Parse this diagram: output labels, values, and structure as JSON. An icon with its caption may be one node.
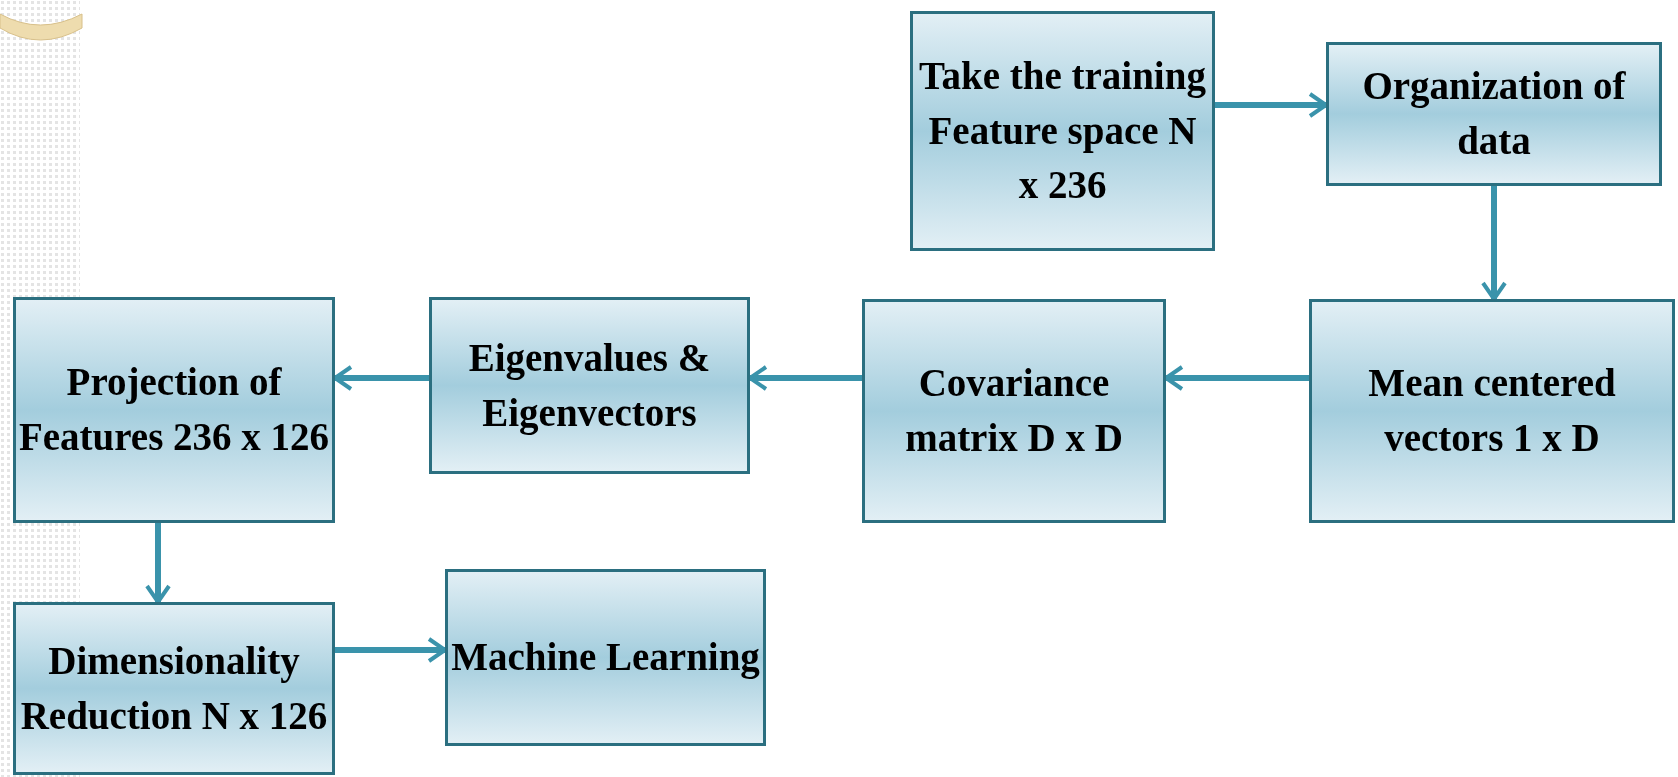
{
  "diagram": {
    "nodes": [
      {
        "text": [
          "Take the training Feature space N x 236"
        ]
      },
      {
        "text": [
          "Organization of data"
        ]
      },
      {
        "text": [
          "Mean centered vectors 1 x D"
        ]
      },
      {
        "text": [
          "Covariance matrix D x D"
        ]
      },
      {
        "text": [
          "Eigenvalues & Eigenvectors"
        ]
      },
      {
        "text": [
          "Projection of Features 236 x 126"
        ]
      },
      {
        "text": [
          "Dimensionality Reduction N x 126"
        ]
      },
      {
        "text": [
          "Machine Learning"
        ]
      }
    ],
    "edges": [
      {
        "from": 0,
        "to": 1,
        "arrow": "to"
      },
      {
        "from": 1,
        "to": 2,
        "arrow": "to"
      },
      {
        "from": 2,
        "to": 3,
        "arrow": "to"
      },
      {
        "from": 3,
        "to": 4,
        "arrow": "to"
      },
      {
        "from": 4,
        "to": 5,
        "arrow": "to"
      },
      {
        "from": 5,
        "to": 6,
        "arrow": "to"
      },
      {
        "from": 6,
        "to": 7,
        "arrow": "to"
      }
    ]
  }
}
